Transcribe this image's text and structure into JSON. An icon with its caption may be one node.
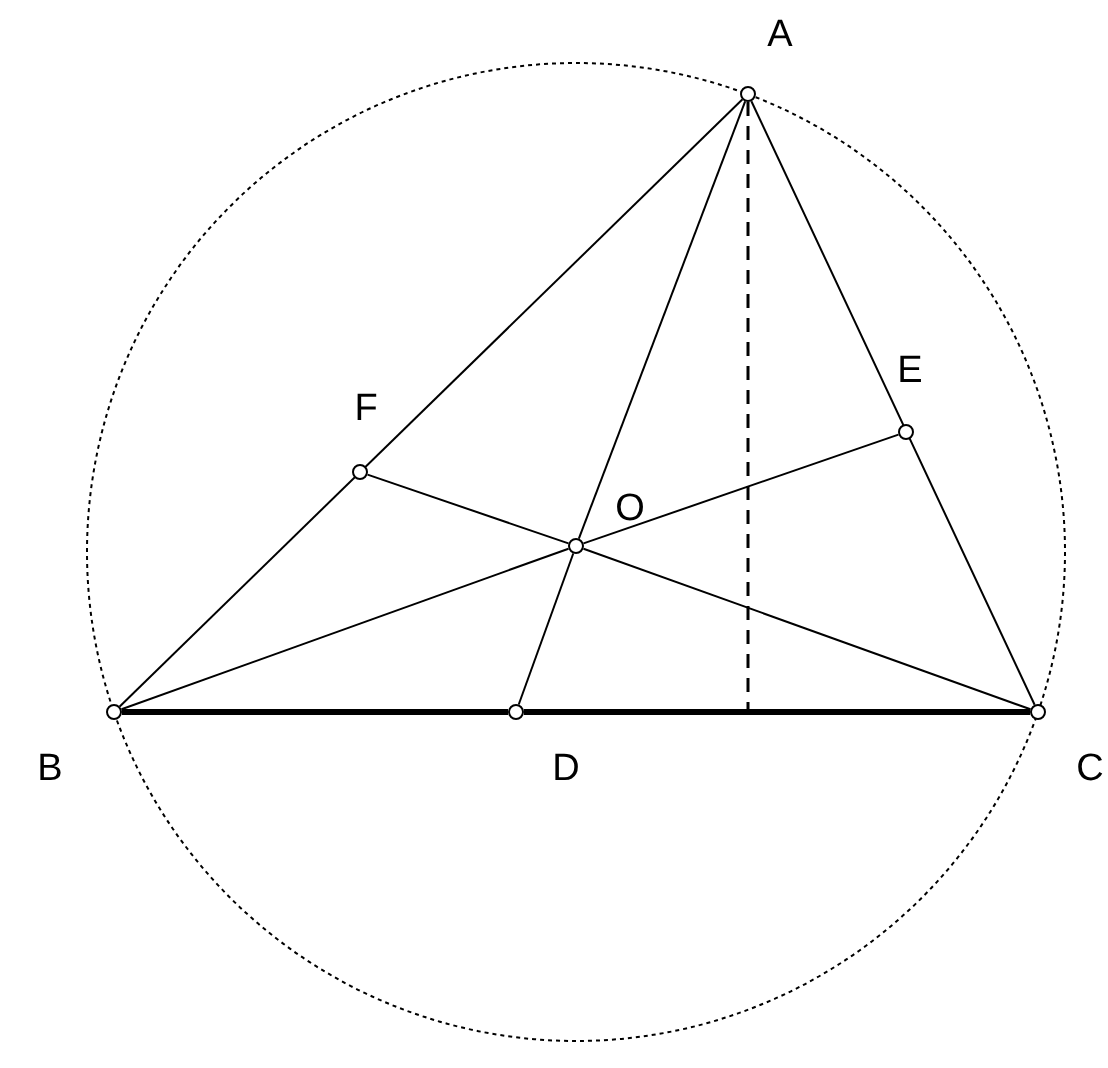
{
  "diagram": {
    "nodes": [
      {
        "text": [
          "A"
        ]
      },
      {
        "text": [
          "B"
        ]
      },
      {
        "text": [
          "C"
        ]
      },
      {
        "text": [
          "D"
        ]
      },
      {
        "text": [
          "E"
        ]
      },
      {
        "text": [
          "F"
        ]
      },
      {
        "text": [
          "O"
        ]
      }
    ],
    "edges": [
      {
        "from": 0,
        "to": 1,
        "arrow": "none"
      },
      {
        "from": 0,
        "to": 2,
        "arrow": "none"
      },
      {
        "from": 1,
        "to": 3,
        "arrow": "none",
        "style": "thick"
      },
      {
        "from": 3,
        "to": 2,
        "arrow": "none",
        "style": "thick"
      },
      {
        "from": 0,
        "to": 6,
        "arrow": "none"
      },
      {
        "from": 6,
        "to": 3,
        "arrow": "none"
      },
      {
        "from": 1,
        "to": 6,
        "arrow": "none"
      },
      {
        "from": 6,
        "to": 4,
        "arrow": "none"
      },
      {
        "from": 2,
        "to": 6,
        "arrow": "none"
      },
      {
        "from": 6,
        "to": 5,
        "arrow": "none"
      },
      {
        "from": 0,
        "to": null,
        "arrow": "none",
        "style": "dashed"
      }
    ]
  }
}
